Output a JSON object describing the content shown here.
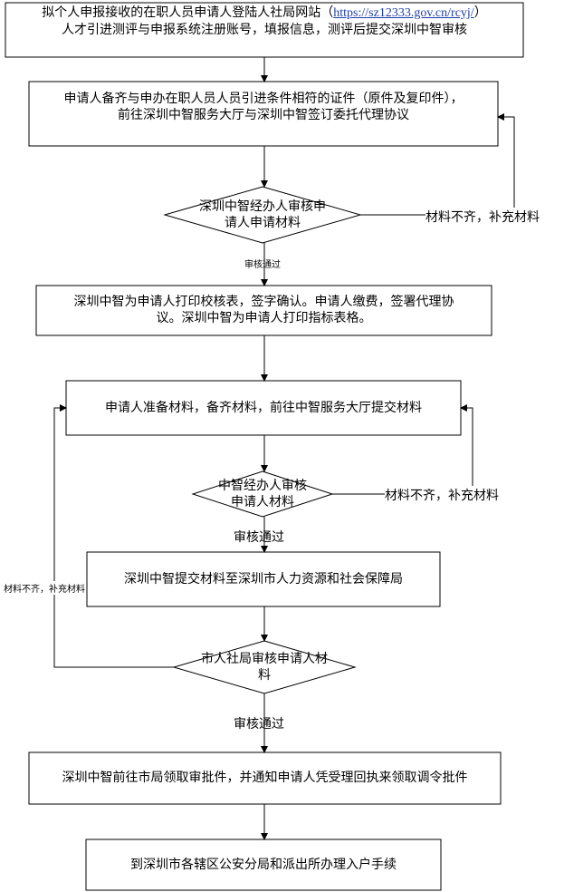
{
  "flowchart": {
    "step1": {
      "line1_prefix": "拟个人申报接收的在职人员申请人登陆人社局网站（",
      "url": "https://sz12333.gov.cn/rcyj/",
      "line1_suffix": "）",
      "line2": "人才引进测评与申报系统注册账号，填报信息，测评后提交深圳中智审核"
    },
    "step2": {
      "line1": "申请人备齐与申办在职人员人员引进条件相符的证件（原件及复印件），",
      "line2": "前往深圳中智服务大厅与深圳中智签订委托代理协议"
    },
    "decision1": {
      "line1": "深圳中智经办人审核申",
      "line2": "请人申请材料"
    },
    "reject1": "材料不齐，补充材料",
    "pass1": "审核通过",
    "step3": {
      "line1": "深圳中智为申请人打印校核表，签字确认。申请人缴费，签署代理协",
      "line2": "议。深圳中智为申请人打印指标表格。"
    },
    "step4": "申请人准备材料，备齐材料，前往中智服务大厅提交材料",
    "decision2": {
      "line1": "中智经办人审核",
      "line2": "申请人材料"
    },
    "reject2": "材料不齐，补充材料",
    "pass2": "审核通过",
    "step5": "深圳中智提交材料至深圳市人力资源和社会保障局",
    "reject3": "材料不齐，补充材料",
    "decision3": {
      "line1": "市人社局审核申请人材",
      "line2": "料"
    },
    "pass3": "审核通过",
    "step6": "深圳中智前往市局领取审批件，并通知申请人凭受理回执来领取调令批件",
    "step7": "到深圳市各辖区公安分局和派出所办理入户手续"
  }
}
